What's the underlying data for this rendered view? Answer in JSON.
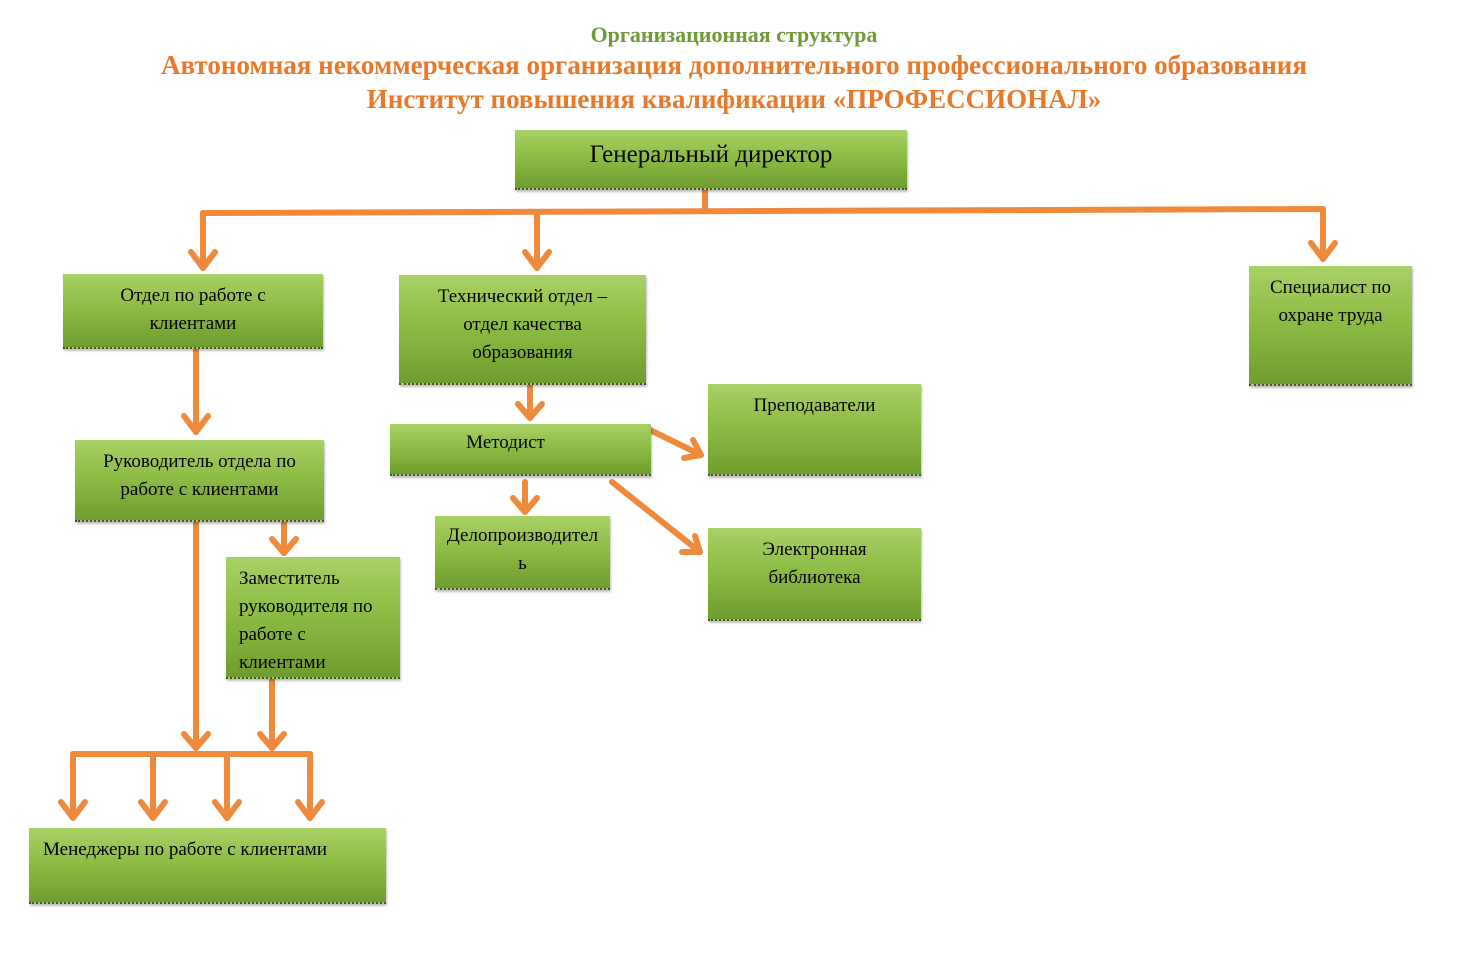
{
  "header": {
    "subtitle": "Организационная структура",
    "title_line1": "Автономная некоммерческая организация дополнительного профессионального образования",
    "title_line2": "Институт повышения квалификации «ПРОФЕССИОНАЛ»"
  },
  "colors": {
    "subtitle": "#6f9a3a",
    "title": "#e8782a",
    "box": "#8dbd45",
    "connector": "#ef8a3d"
  },
  "nodes": {
    "director": "Генеральный директор",
    "client_dept": "Отдел по работе с клиентами",
    "tech_dept": "Технический отдел – отдел качества образования",
    "safety": "Специалист по охране труда",
    "client_head": "Руководитель отдела по работе с клиентами",
    "deputy": "Заместитель руководителя по работе с клиентами",
    "methodist": "Методист",
    "teachers": "Преподаватели",
    "clerk": "Делопроизводитель",
    "library": "Электронная библиотека",
    "managers": "Менеджеры по работе с клиентами"
  }
}
